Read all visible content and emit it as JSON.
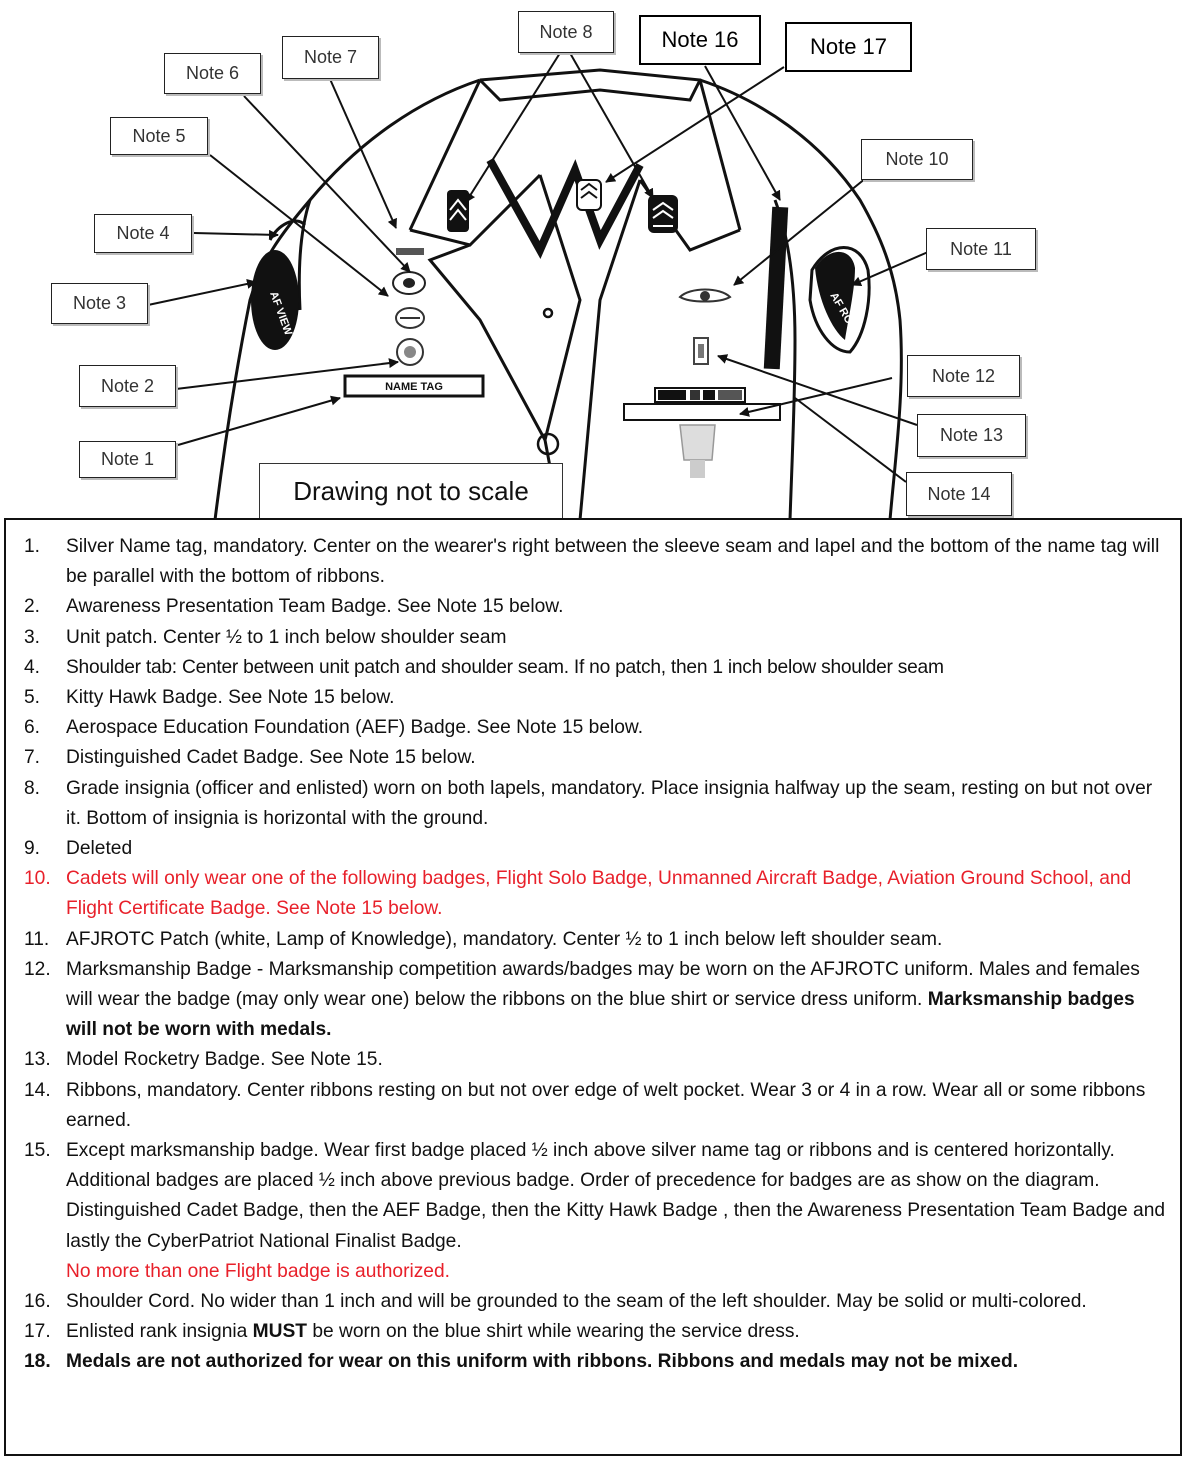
{
  "diagram": {
    "notes": {
      "n1": "Note 1",
      "n2": "Note 2",
      "n3": "Note 3",
      "n4": "Note 4",
      "n5": "Note 5",
      "n6": "Note 6",
      "n7": "Note 7",
      "n8": "Note 8",
      "n10": "Note 10",
      "n11": "Note 11",
      "n12": "Note 12",
      "n13": "Note 13",
      "n14": "Note 14",
      "n16": "Note 16",
      "n17": "Note 17"
    },
    "scale_label": "Drawing not to scale",
    "name_tag_label": "NAME TAG",
    "patch_left_text": "AF VIEW",
    "patch_right_text": "AF RO"
  },
  "notes_list": [
    {
      "num": "1.",
      "text": "Silver Name tag, mandatory.  Center on the wearer's right between the sleeve seam and lapel and the bottom of the name tag will be parallel with the bottom of ribbons."
    },
    {
      "num": "2.",
      "text": "Awareness Presentation Team Badge.  See Note 15 below."
    },
    {
      "num": "3.",
      "text": "Unit patch.  Center ½ to 1 inch below shoulder seam"
    },
    {
      "num": "4.",
      "text": "Shoulder tab:  Center between unit patch and shoulder seam.  If no patch, then 1 inch below shoulder seam"
    },
    {
      "num": "5.",
      "text": "Kitty Hawk Badge.  See Note 15 below."
    },
    {
      "num": "6.",
      "text": "Aerospace Education Foundation (AEF) Badge.  See Note 15 below."
    },
    {
      "num": "7.",
      "text": "Distinguished Cadet Badge.  See Note 15 below."
    },
    {
      "num": "8.",
      "text": "Grade insignia (officer and enlisted) worn on both lapels, mandatory.  Place insignia halfway up the seam, resting on but not over it.  Bottom of insignia is horizontal with the ground."
    },
    {
      "num": "9.",
      "text": "Deleted"
    },
    {
      "num": "10.",
      "text": "Cadets will only wear one of the following badges, Flight Solo Badge, Unmanned Aircraft Badge, Aviation Ground School, and Flight Certificate Badge.  See Note 15 below."
    },
    {
      "num": "11.",
      "text": "AFJROTC Patch (white, Lamp of Knowledge), mandatory.  Center ½ to 1 inch below left shoulder seam."
    },
    {
      "num": "12.",
      "text": "Marksmanship Badge - Marksmanship competition awards/badges may be worn on the AFJROTC uniform. Males and females will wear the badge (may only wear one) below the ribbons on the blue shirt or service dress uniform.",
      "bold_tail": "Marksmanship badges will not be worn with medals."
    },
    {
      "num": "13.",
      "text": "Model Rocketry Badge.  See Note 15."
    },
    {
      "num": "14.",
      "text": "Ribbons, mandatory.  Center ribbons resting on but not over edge of welt pocket.  Wear 3 or 4 in a row.  Wear all or some ribbons earned."
    },
    {
      "num": "15.",
      "text": "Except marksmanship badge.  Wear first badge placed ½ inch above silver name tag or ribbons and is centered horizontally.  Additional badges are placed ½ inch above previous badge.  Order of precedence for badges are as show on the diagram.  Distinguished Cadet Badge, then the AEF Badge, then the Kitty Hawk Badge , then the Awareness Presentation Team Badge and lastly the CyberPatriot National Finalist Badge.",
      "red_tail": "No more than one Flight badge is authorized."
    },
    {
      "num": "16.",
      "text": "Shoulder Cord.  No wider than 1 inch and will be grounded to the seam of the left shoulder. May be solid or multi-colored."
    },
    {
      "num": "17.",
      "text_pre": "Enlisted rank insignia ",
      "bold_word": "MUST",
      "text_post": " be worn on the blue shirt while wearing the service dress."
    },
    {
      "num": "18.",
      "text": "Medals are not authorized for wear on this uniform with ribbons.  Ribbons and medals may not be mixed."
    }
  ],
  "colors": {
    "highlight_red": "#e8202a",
    "ink": "#111111"
  }
}
